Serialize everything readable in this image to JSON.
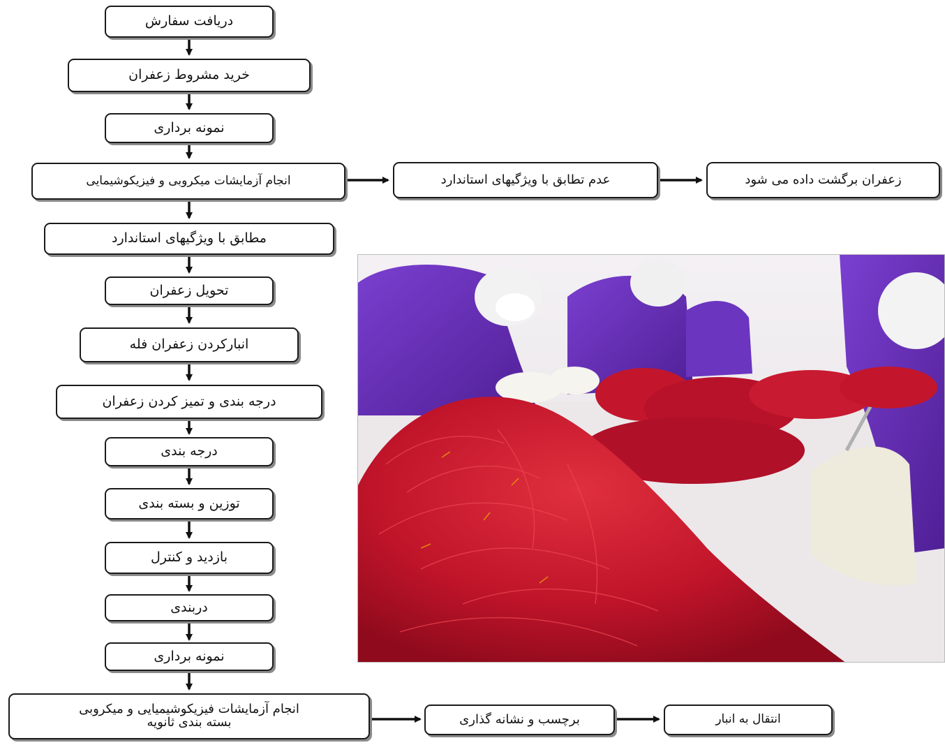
{
  "flowchart": {
    "steps": [
      {
        "id": "receive-order",
        "label": "دریافت سفارش"
      },
      {
        "id": "conditional-purchase",
        "label": "خرید مشروط  زعفران"
      },
      {
        "id": "sampling-1",
        "label": "نمونه برداری"
      },
      {
        "id": "lab-tests-1",
        "label": "انجام آزمایشات میکروبی و فیزیکوشیمایی"
      },
      {
        "id": "non-conformance",
        "label": "عدم تطابق با ویژگیهای استاندارد"
      },
      {
        "id": "returned",
        "label": "زعفران برگشت داده می شود"
      },
      {
        "id": "conformance",
        "label": "مطابق با ویژگیهای استاندارد"
      },
      {
        "id": "delivery",
        "label": "تحویل زعفران"
      },
      {
        "id": "bulk-storage",
        "label": "انبارکردن زعفران فله"
      },
      {
        "id": "grading-cleaning",
        "label": "درجه بندی و تمیز کردن زعفران"
      },
      {
        "id": "grading",
        "label": "درجه بندی"
      },
      {
        "id": "weighing-packing",
        "label": "توزین و بسته بندی"
      },
      {
        "id": "inspection-control",
        "label": "بازدید و کنترل"
      },
      {
        "id": "sealing",
        "label": "دربندی"
      },
      {
        "id": "sampling-2",
        "label": "نمونه برداری"
      },
      {
        "id": "lab-tests-2",
        "label_line1": "انجام آزمایشات فیزیکوشیمیایی و میکروبی",
        "label_line2": "بسته بندی ثانویه"
      },
      {
        "id": "labeling",
        "label": "برچسب و نشانه گذاری"
      },
      {
        "id": "warehouse-transfer",
        "label": "انتقال به انبار"
      }
    ]
  },
  "photo": {
    "subject": "saffron-sorting-photo"
  },
  "colors": {
    "border": "#1a1a1a",
    "shadow": "#8a8a8a",
    "arrow": "#111111",
    "saffron": "#c8102e",
    "uniform": "#6a2fb8"
  }
}
